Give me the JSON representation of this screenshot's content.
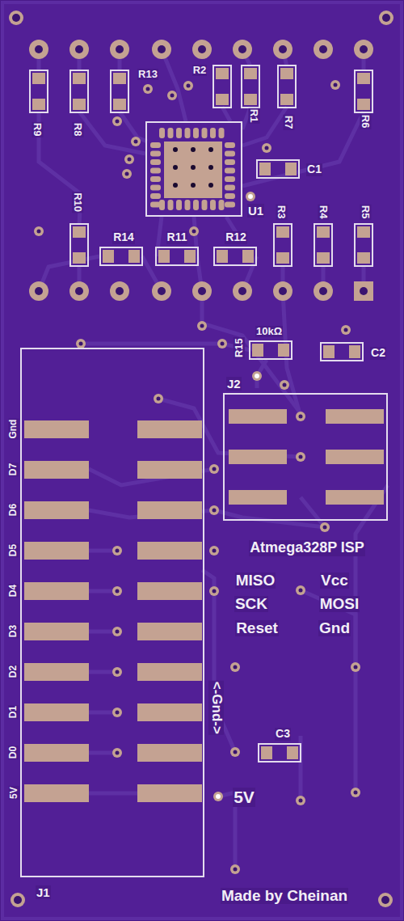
{
  "diagram": {
    "nodes": [
      {
        "text": [
          "J1"
        ]
      },
      {
        "text": [
          "J2"
        ]
      },
      {
        "text": [
          "U1"
        ]
      }
    ],
    "labels": [
      "R9",
      "R8",
      "R13",
      "R2",
      "R1",
      "R7",
      "R6",
      "C1",
      "R10",
      "R14",
      "R11",
      "R12",
      "R3",
      "R4",
      "R5",
      "R15",
      "10kΩ",
      "C2",
      "Gnd",
      "D7",
      "D6",
      "D5",
      "D4",
      "D3",
      "D2",
      "D1",
      "D0",
      "5V",
      "Atmega328P ISP",
      "MISO",
      "Vcc",
      "SCK",
      "MOSI",
      "Reset",
      "Gnd",
      "<-Gnd->",
      "C3",
      "5V",
      "Made by Cheinan"
    ]
  }
}
